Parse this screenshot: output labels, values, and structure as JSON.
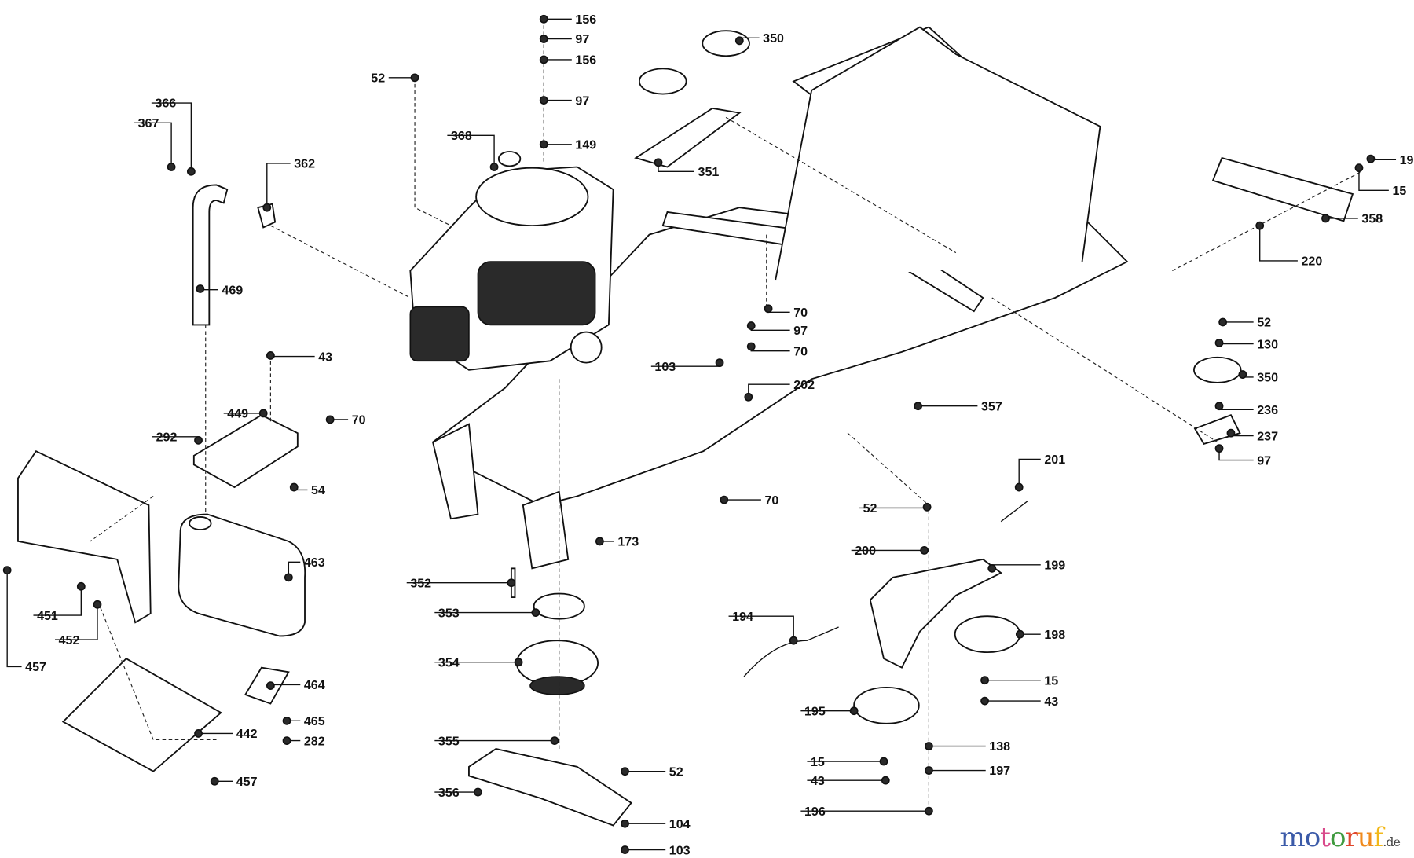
{
  "diagram": {
    "labels": [
      "156",
      "97",
      "156",
      "97",
      "149",
      "52",
      "366",
      "367",
      "362",
      "368",
      "350",
      "351",
      "19",
      "15",
      "358",
      "220",
      "469",
      "70",
      "97",
      "70",
      "103",
      "202",
      "43",
      "52",
      "130",
      "350",
      "236",
      "237",
      "97",
      "357",
      "449",
      "70",
      "292",
      "54",
      "70",
      "201",
      "52",
      "200",
      "199",
      "173",
      "463",
      "352",
      "353",
      "451",
      "452",
      "194",
      "198",
      "354",
      "457",
      "464",
      "15",
      "43",
      "195",
      "465",
      "282",
      "442",
      "355",
      "138",
      "15",
      "197",
      "356",
      "52",
      "43",
      "457",
      "196",
      "104",
      "103"
    ]
  },
  "watermark": {
    "letters": [
      "m",
      "o",
      "t",
      "o",
      "r",
      "u",
      "f"
    ],
    "colors": [
      "#3b5aa8",
      "#3b5aa8",
      "#d94b8c",
      "#3f9a3f",
      "#e0452b",
      "#f08a1c",
      "#f2b81a"
    ],
    "tld": ".de"
  }
}
